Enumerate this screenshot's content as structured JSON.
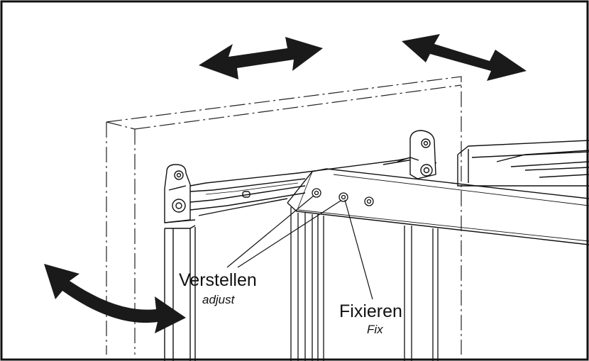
{
  "labels": {
    "adjust_de": "Verstellen",
    "adjust_en": "adjust",
    "fix_de": "Fixieren",
    "fix_en": "Fix"
  },
  "colors": {
    "line": "#111111",
    "arrow": "#1a1a1a",
    "background": "#ffffff"
  },
  "icons": [
    "double-arrow-horizontal",
    "double-arrow-curved",
    "screw-head"
  ]
}
